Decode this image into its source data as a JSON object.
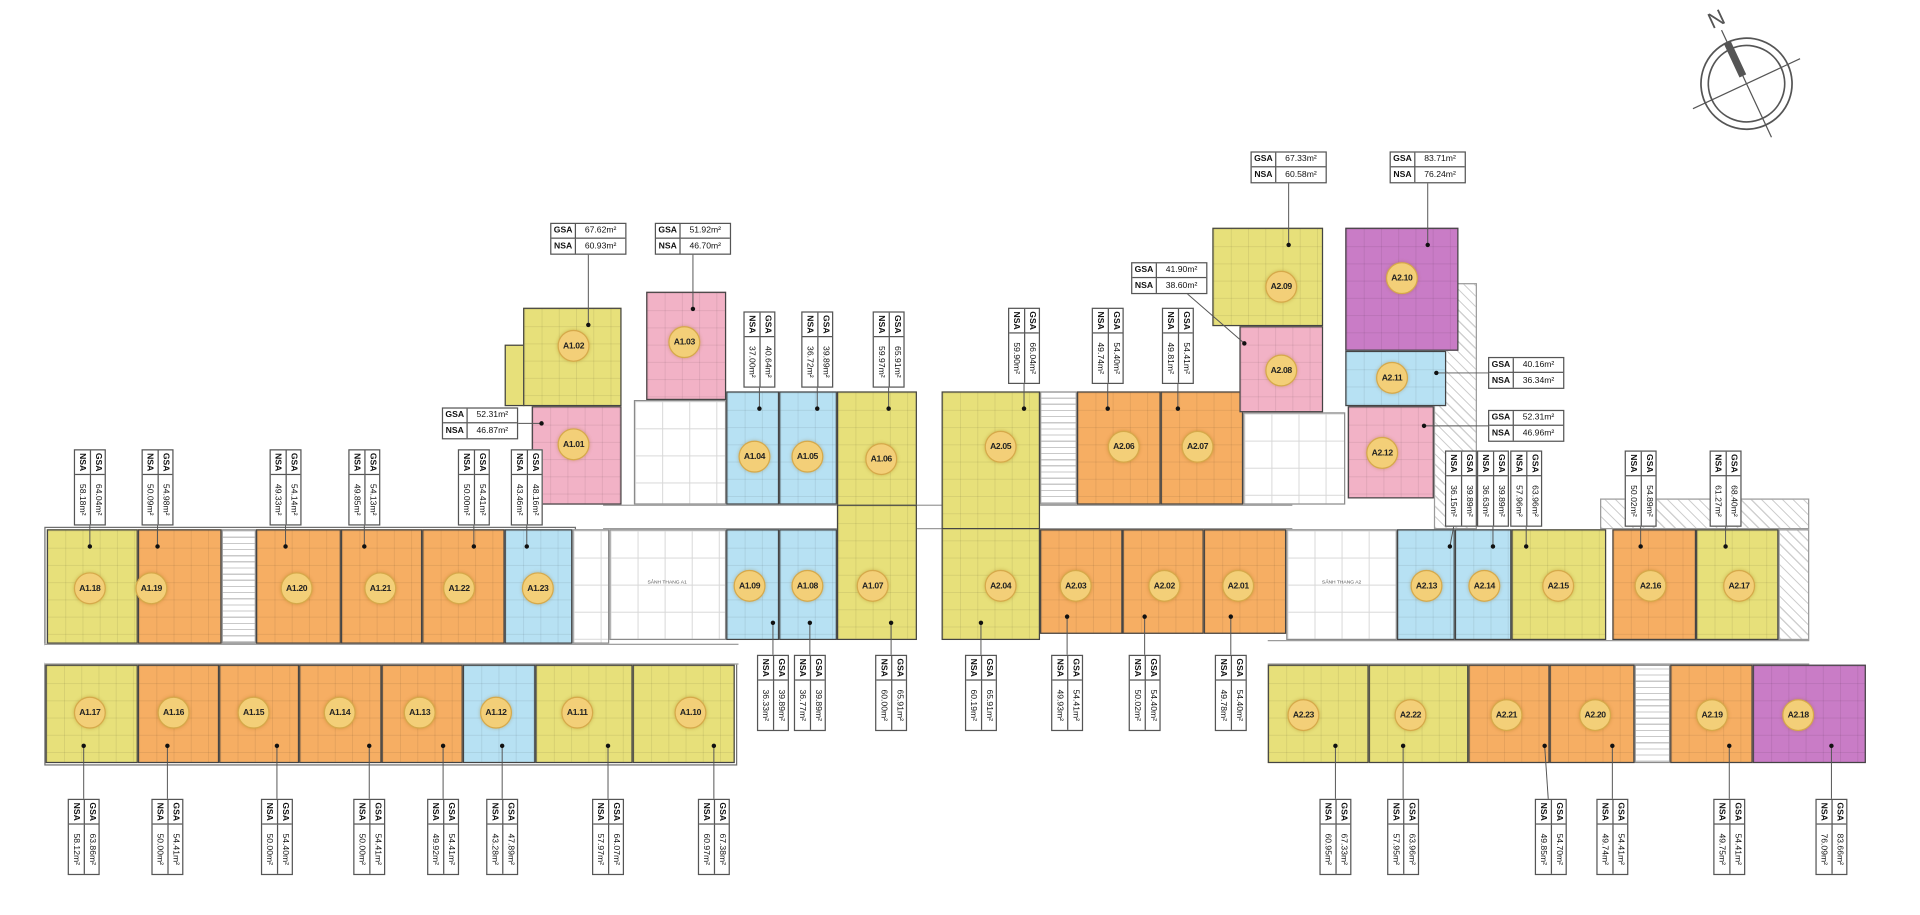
{
  "compass": {
    "north_label": "N"
  },
  "labels": {
    "gsa": "GSA",
    "nsa": "NSA"
  },
  "lobbies": [
    "SẢNH THANG A1",
    "SẢNH THANG A2"
  ],
  "palette": {
    "yellow": "#e7e07a",
    "orange": "#f6ae63",
    "blue": "#b7e1f3",
    "pink": "#f2b2c6",
    "purple": "#c97cc6"
  },
  "units": [
    {
      "id": "A1.01",
      "type": "pink",
      "gsa": "52.31m²",
      "nsa": "46.87m²"
    },
    {
      "id": "A1.02",
      "type": "yellow",
      "gsa": "67.62m²",
      "nsa": "60.93m²"
    },
    {
      "id": "A1.03",
      "type": "pink",
      "gsa": "51.92m²",
      "nsa": "46.70m²"
    },
    {
      "id": "A1.04",
      "type": "blue",
      "gsa": "40.64m²",
      "nsa": "37.00m²"
    },
    {
      "id": "A1.05",
      "type": "blue",
      "gsa": "39.89m²",
      "nsa": "36.72m²"
    },
    {
      "id": "A1.06",
      "type": "yellow",
      "gsa": "65.91m²",
      "nsa": "59.97m²"
    },
    {
      "id": "A1.07",
      "type": "yellow",
      "gsa": "65.91m²",
      "nsa": "60.00m²"
    },
    {
      "id": "A1.08",
      "type": "blue",
      "gsa": "39.89m²",
      "nsa": "36.77m²"
    },
    {
      "id": "A1.09",
      "type": "blue",
      "gsa": "39.89m²",
      "nsa": "36.33m²"
    },
    {
      "id": "A1.10",
      "type": "yellow",
      "gsa": "67.38m²",
      "nsa": "60.97m²"
    },
    {
      "id": "A1.11",
      "type": "yellow",
      "gsa": "64.07m²",
      "nsa": "57.97m²"
    },
    {
      "id": "A1.12",
      "type": "blue",
      "gsa": "47.89m²",
      "nsa": "43.28m²"
    },
    {
      "id": "A1.13",
      "type": "orange",
      "gsa": "54.41m²",
      "nsa": "49.92m²"
    },
    {
      "id": "A1.14",
      "type": "orange",
      "gsa": "54.41m²",
      "nsa": "50.00m²"
    },
    {
      "id": "A1.15",
      "type": "orange",
      "gsa": "54.40m²",
      "nsa": "50.00m²"
    },
    {
      "id": "A1.16",
      "type": "orange",
      "gsa": "54.41m²",
      "nsa": "50.00m²"
    },
    {
      "id": "A1.17",
      "type": "yellow",
      "gsa": "63.86m²",
      "nsa": "58.12m²"
    },
    {
      "id": "A1.18",
      "type": "yellow",
      "gsa": "64.04m²",
      "nsa": "58.18m²"
    },
    {
      "id": "A1.19",
      "type": "orange",
      "gsa": "54.98m²",
      "nsa": "50.09m²"
    },
    {
      "id": "A1.20",
      "type": "orange",
      "gsa": "54.14m²",
      "nsa": "49.33m²"
    },
    {
      "id": "A1.21",
      "type": "orange",
      "gsa": "54.13m²",
      "nsa": "49.85m²"
    },
    {
      "id": "A1.22",
      "type": "orange",
      "gsa": "54.41m²",
      "nsa": "50.00m²"
    },
    {
      "id": "A1.23",
      "type": "blue",
      "gsa": "48.16m²",
      "nsa": "43.46m²"
    },
    {
      "id": "A2.01",
      "type": "orange",
      "gsa": "54.40m²",
      "nsa": "49.78m²"
    },
    {
      "id": "A2.02",
      "type": "orange",
      "gsa": "54.40m²",
      "nsa": "50.02m²"
    },
    {
      "id": "A2.03",
      "type": "orange",
      "gsa": "54.41m²",
      "nsa": "49.93m²"
    },
    {
      "id": "A2.04",
      "type": "yellow",
      "gsa": "65.91m²",
      "nsa": "60.19m²"
    },
    {
      "id": "A2.05",
      "type": "yellow",
      "gsa": "66.04m²",
      "nsa": "59.90m²"
    },
    {
      "id": "A2.06",
      "type": "orange",
      "gsa": "54.40m²",
      "nsa": "49.74m²"
    },
    {
      "id": "A2.07",
      "type": "orange",
      "gsa": "54.41m²",
      "nsa": "49.81m²"
    },
    {
      "id": "A2.08",
      "type": "pink",
      "gsa": "41.90m²",
      "nsa": "38.60m²"
    },
    {
      "id": "A2.09",
      "type": "yellow",
      "gsa": "67.33m²",
      "nsa": "60.58m²"
    },
    {
      "id": "A2.10",
      "type": "purple",
      "gsa": "83.71m²",
      "nsa": "76.24m²"
    },
    {
      "id": "A2.11",
      "type": "blue",
      "gsa": "40.16m²",
      "nsa": "36.34m²"
    },
    {
      "id": "A2.12",
      "type": "pink",
      "gsa": "52.31m²",
      "nsa": "46.96m²"
    },
    {
      "id": "A2.13",
      "type": "blue",
      "gsa": "39.89m²",
      "nsa": "36.15m²"
    },
    {
      "id": "A2.14",
      "type": "blue",
      "gsa": "39.89m²",
      "nsa": "36.63m²"
    },
    {
      "id": "A2.15",
      "type": "yellow",
      "gsa": "63.96m²",
      "nsa": "57.96m²"
    },
    {
      "id": "A2.16",
      "type": "orange",
      "gsa": "54.89m²",
      "nsa": "50.02m²"
    },
    {
      "id": "A2.17",
      "type": "yellow",
      "gsa": "68.40m²",
      "nsa": "61.27m²"
    },
    {
      "id": "A2.18",
      "type": "purple",
      "gsa": "83.66m²",
      "nsa": "76.09m²"
    },
    {
      "id": "A2.19",
      "type": "orange",
      "gsa": "54.41m²",
      "nsa": "49.75m²"
    },
    {
      "id": "A2.20",
      "type": "orange",
      "gsa": "54.41m²",
      "nsa": "49.74m²"
    },
    {
      "id": "A2.21",
      "type": "orange",
      "gsa": "54.70m²",
      "nsa": "49.85m²"
    },
    {
      "id": "A2.22",
      "type": "yellow",
      "gsa": "63.96m²",
      "nsa": "57.95m²"
    },
    {
      "id": "A2.23",
      "type": "yellow",
      "gsa": "67.33m²",
      "nsa": "60.95m²"
    }
  ]
}
